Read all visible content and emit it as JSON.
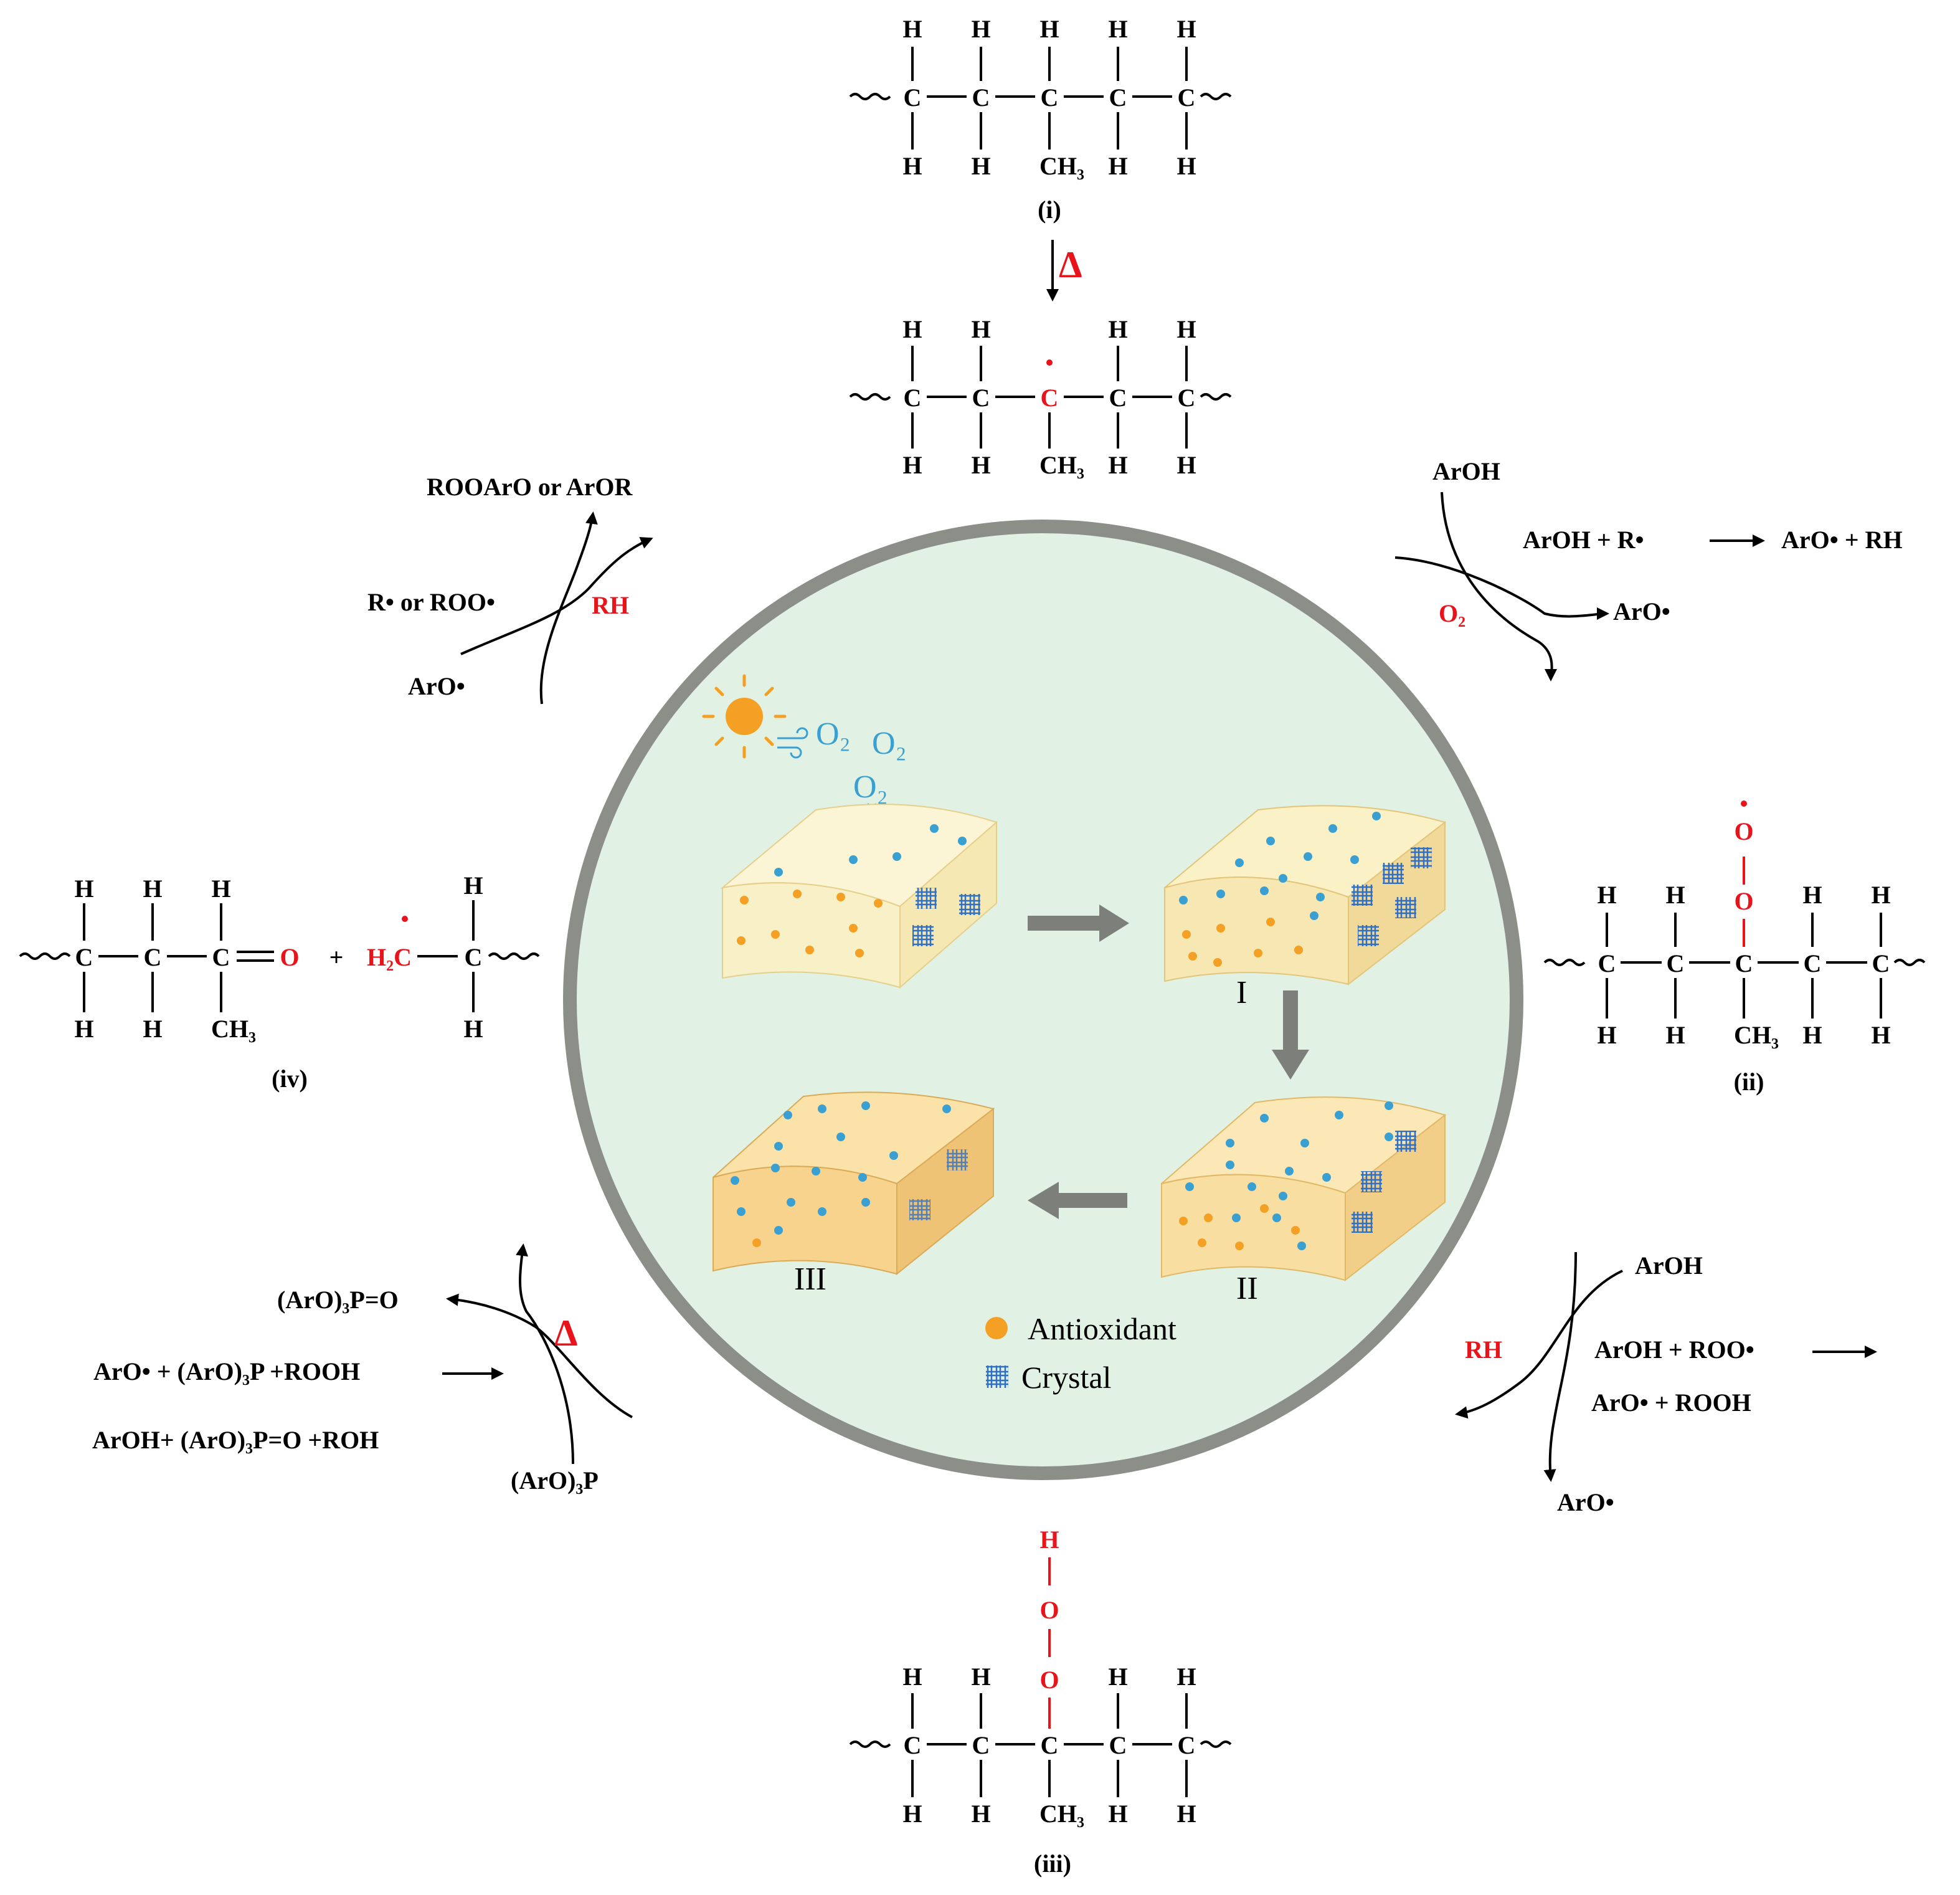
{
  "structures": {
    "i": {
      "label": "(i)",
      "atom": "C",
      "h": "H",
      "ch3": "CH₃"
    },
    "rad": {
      "atom": "C",
      "h": "H",
      "ch3": "CH₃"
    },
    "ii": {
      "label": "(ii)",
      "atom": "C",
      "h": "H",
      "ch3": "CH₃",
      "o": "O"
    },
    "iii": {
      "label": "(iii)",
      "atom": "C",
      "h": "H",
      "ch3": "CH₃",
      "o": "O"
    },
    "iv": {
      "label": "(iv)",
      "atom": "C",
      "h": "H",
      "ch3": "CH₃",
      "o": "O",
      "plus": "+",
      "h2c": "H₂C"
    }
  },
  "heat_symbol": "Δ",
  "top_right": {
    "reactant": "ArOH",
    "condition": "O₂",
    "product": "ArO•",
    "equation_left": "ArOH + R•",
    "equation_right": "ArO• + RH"
  },
  "top_left": {
    "product": "ROOArO or ArOR",
    "reactant1": "R• or ROO•",
    "condition": "RH",
    "reactant2": "ArO•"
  },
  "bottom_right": {
    "reactant": "ArOH",
    "condition": "RH",
    "equation_line1": "ArOH + ROO•",
    "equation_line2": "ArO• + ROOH",
    "product": "ArO•"
  },
  "bottom_left": {
    "product": "(ArO)₃P=O",
    "equation_line1": "ArO• + (ArO)₃P +ROOH",
    "equation_line2": "ArOH+ (ArO)₃P=O +ROH",
    "reactant": "(ArO)₃P"
  },
  "center": {
    "o2_label": "O₂",
    "stages": [
      "I",
      "II",
      "III"
    ],
    "legend": [
      {
        "label": "Antioxidant",
        "color": "#f4a024"
      },
      {
        "label": "Crystal",
        "color": "#2f6fc4"
      }
    ]
  },
  "colors": {
    "ring": "#8c8f88",
    "circle_fill": "#e1f1e3",
    "accent_red": "#e8141b",
    "o2_blue": "#3aa0d2"
  }
}
